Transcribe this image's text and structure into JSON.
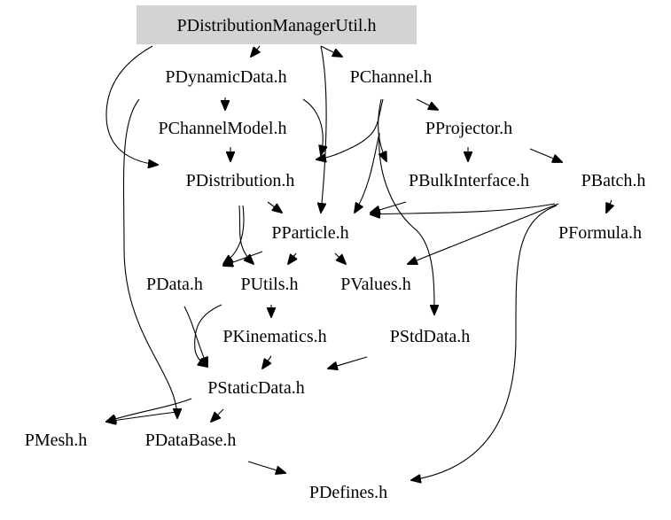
{
  "graph": {
    "root_fill": "#d3d3d3",
    "nodes": {
      "root": "PDistributionManagerUtil.h",
      "dynamic_data": "PDynamicData.h",
      "channel": "PChannel.h",
      "channel_model": "PChannelModel.h",
      "projector": "PProjector.h",
      "distribution": "PDistribution.h",
      "bulk_interface": "PBulkInterface.h",
      "batch": "PBatch.h",
      "particle": "PParticle.h",
      "formula": "PFormula.h",
      "data": "PData.h",
      "utils": "PUtils.h",
      "values": "PValues.h",
      "kinematics": "PKinematics.h",
      "std_data": "PStdData.h",
      "static_data": "PStaticData.h",
      "mesh": "PMesh.h",
      "data_base": "PDataBase.h",
      "defines": "PDefines.h"
    }
  }
}
